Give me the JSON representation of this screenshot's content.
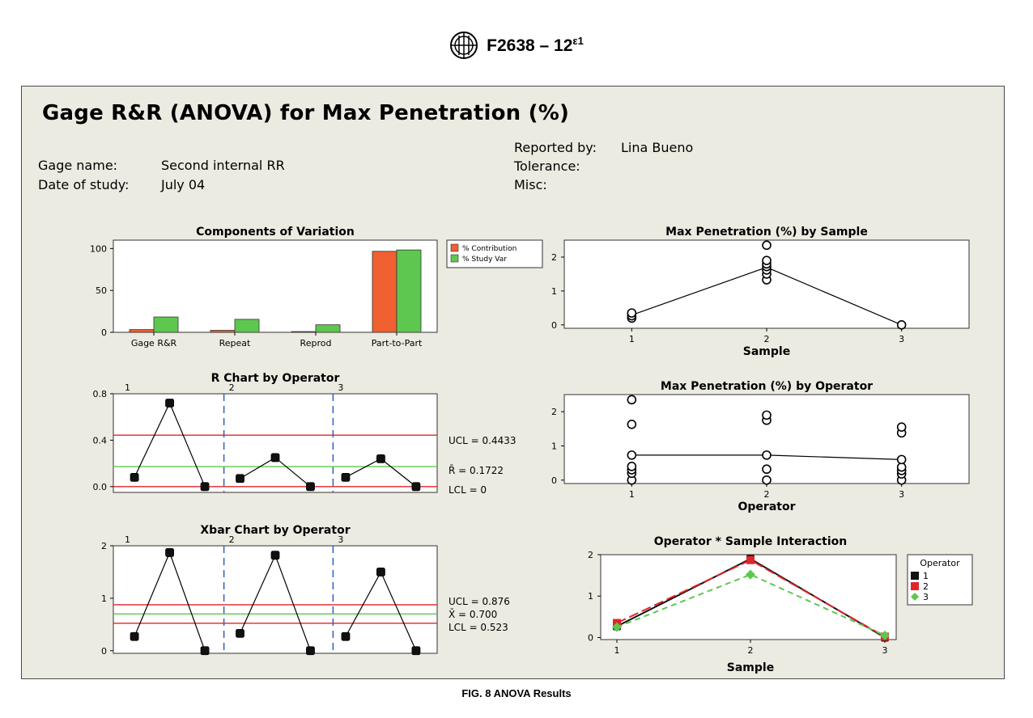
{
  "header": {
    "designation": "F2638 – 12",
    "superscript": "ε1",
    "logo": "astm-logo"
  },
  "report": {
    "title": "Gage R&R (ANOVA) for Max Penetration (%)",
    "gage_name_label": "Gage name:",
    "gage_name": "Second internal RR",
    "date_label": "Date of study:",
    "date": "July 04",
    "reported_by_label": "Reported by:",
    "reported_by": "Lina Bueno",
    "tolerance_label": "Tolerance:",
    "misc_label": "Misc:"
  },
  "caption": "FIG. 8 ANOVA Results",
  "colors": {
    "panel": "#ecebe2",
    "contribution": "#f06030",
    "study_var": "#5ec74f",
    "limit": "#e0242a",
    "center": "#5ec74f",
    "divider": "#3a64c8",
    "op1": "#111111",
    "op2": "#e0242a",
    "op3": "#5ec74f"
  },
  "chart_data": [
    {
      "id": "components",
      "type": "bar",
      "title": "Components of Variation",
      "categories": [
        "Gage R&R",
        "Repeat",
        "Reprod",
        "Part-to-Part"
      ],
      "series": [
        {
          "name": "% Contribution",
          "values": [
            3.3,
            2.4,
            0.9,
            96.7
          ]
        },
        {
          "name": "% Study Var",
          "values": [
            18.3,
            15.5,
            9.0,
            98.3
          ]
        }
      ],
      "ylim": [
        0,
        110
      ],
      "yticks": [
        0,
        50,
        100
      ],
      "legend_position": "right"
    },
    {
      "id": "rchart",
      "type": "line",
      "title": "R Chart by Operator",
      "operator_labels": [
        "1",
        "2",
        "3"
      ],
      "values": [
        0.08,
        0.72,
        0.0,
        0.07,
        0.25,
        0.0,
        0.08,
        0.24,
        0.0
      ],
      "ylim": [
        -0.05,
        0.8
      ],
      "yticks": [
        "0.0",
        "0.4",
        "0.8"
      ],
      "limits": [
        {
          "label": "UCL = 0.4433",
          "value": 0.4433,
          "kind": "limit"
        },
        {
          "label": "R̄ = 0.1722",
          "value": 0.1722,
          "kind": "center"
        },
        {
          "label": "LCL = 0",
          "value": 0,
          "kind": "limit"
        }
      ]
    },
    {
      "id": "xbarchart",
      "type": "line",
      "title": "Xbar Chart by Operator",
      "operator_labels": [
        "1",
        "2",
        "3"
      ],
      "values": [
        0.27,
        1.87,
        0.0,
        0.33,
        1.82,
        0.0,
        0.27,
        1.5,
        0.0
      ],
      "ylim": [
        -0.05,
        2.0
      ],
      "yticks": [
        "0",
        "1",
        "2"
      ],
      "limits": [
        {
          "label": "UCL = 0.876",
          "value": 0.876,
          "kind": "limit"
        },
        {
          "label": "X̄ = 0.700",
          "value": 0.7,
          "kind": "center"
        },
        {
          "label": "LCL = 0.523",
          "value": 0.523,
          "kind": "limit"
        }
      ]
    },
    {
      "id": "bysample",
      "type": "scatter",
      "title": "Max Penetration (%) by Sample",
      "xlabel": "Sample",
      "categories": [
        "1",
        "2",
        "3"
      ],
      "ylim": [
        -0.1,
        2.5
      ],
      "yticks": [
        "0",
        "1",
        "2"
      ],
      "points": [
        [
          0.2,
          0.27,
          0.35
        ],
        [
          1.33,
          1.5,
          1.62,
          1.72,
          1.8,
          1.9,
          2.35
        ],
        [
          0.0
        ]
      ],
      "means": [
        0.29,
        1.7,
        0.0
      ]
    },
    {
      "id": "byoperator",
      "type": "scatter",
      "title": "Max Penetration (%) by Operator",
      "xlabel": "Operator",
      "categories": [
        "1",
        "2",
        "3"
      ],
      "ylim": [
        -0.1,
        2.5
      ],
      "yticks": [
        "0",
        "1",
        "2"
      ],
      "points": [
        [
          0.0,
          0.2,
          0.3,
          0.4,
          0.73,
          1.63,
          2.35
        ],
        [
          0.0,
          0.32,
          0.73,
          1.75,
          1.9
        ],
        [
          0.0,
          0.18,
          0.28,
          0.38,
          0.6,
          1.38,
          1.55
        ]
      ],
      "means": [
        0.73,
        0.73,
        0.6
      ]
    },
    {
      "id": "interaction",
      "type": "line",
      "title": "Operator * Sample Interaction",
      "xlabel": "Sample",
      "categories": [
        "1",
        "2",
        "3"
      ],
      "ylim": [
        -0.05,
        2.0
      ],
      "yticks": [
        "0",
        "1",
        "2"
      ],
      "legend_title": "Operator",
      "series": [
        {
          "name": "1",
          "values": [
            0.27,
            1.9,
            0.0
          ]
        },
        {
          "name": "2",
          "values": [
            0.35,
            1.87,
            0.02
          ]
        },
        {
          "name": "3",
          "values": [
            0.25,
            1.52,
            0.05
          ]
        }
      ]
    }
  ]
}
